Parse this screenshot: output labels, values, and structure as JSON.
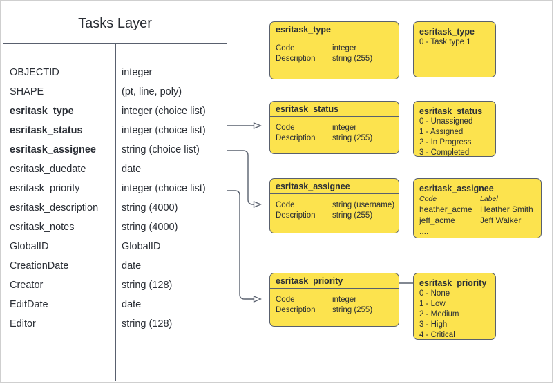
{
  "diagram": {
    "entity": {
      "title": "Tasks Layer",
      "fields": [
        {
          "name": "OBJECTID",
          "type": "integer",
          "required": false
        },
        {
          "name": "SHAPE",
          "type": "(pt, line, poly)",
          "required": false
        },
        {
          "name": "esritask_type",
          "type": "integer (choice list)",
          "required": true
        },
        {
          "name": "esritask_status",
          "type": "integer (choice list)",
          "required": true
        },
        {
          "name": "esritask_assignee",
          "type": "string (choice list)",
          "required": true
        },
        {
          "name": "esritask_duedate",
          "type": "date",
          "required": false
        },
        {
          "name": "esritask_priority",
          "type": "integer (choice list)",
          "required": false
        },
        {
          "name": "esritask_description",
          "type": "string (4000)",
          "required": false
        },
        {
          "name": "esritask_notes",
          "type": "string (4000)",
          "required": false
        },
        {
          "name": "GlobalID",
          "type": "GlobalID",
          "required": false
        },
        {
          "name": "CreationDate",
          "type": "date",
          "required": false
        },
        {
          "name": "Creator",
          "type": "string (128)",
          "required": false
        },
        {
          "name": "EditDate",
          "type": "date",
          "required": false
        },
        {
          "name": "Editor",
          "type": "string (128)",
          "required": false
        }
      ]
    },
    "domain_tables": [
      {
        "title": "esritask_type",
        "left_col": "Code\nDescription",
        "right_col": "integer\nstring (255)",
        "code_label": "Code",
        "description_label": "Description",
        "code_type": "integer",
        "description_type": "string (255)"
      },
      {
        "title": "esritask_status",
        "code_label": "Code",
        "description_label": "Description",
        "code_type": "integer",
        "description_type": "string (255)"
      },
      {
        "title": "esritask_assignee",
        "code_label": "Code",
        "description_label": "Description",
        "code_type": "string  (username)",
        "description_type": "string (255)"
      },
      {
        "title": "esritask_priority",
        "code_label": "Code",
        "description_label": "Description",
        "code_type": "integer",
        "description_type": "string (255)"
      }
    ],
    "value_boxes": {
      "type": {
        "title": "esritask_type",
        "values": [
          "0 - Task type 1"
        ]
      },
      "status": {
        "title": "esritask_status",
        "values": [
          "0 - Unassigned",
          "1 - Assigned",
          "2 - In Progress",
          "3 - Completed"
        ]
      },
      "assignee": {
        "title": "esritask_assignee",
        "head_code": "Code",
        "head_label": "Label",
        "rows": [
          {
            "code": "heather_acme",
            "label": "Heather Smith"
          },
          {
            "code": "jeff_acme",
            "label": "Jeff Walker"
          }
        ],
        "ellipsis": "...."
      },
      "priority": {
        "title": "esritask_priority",
        "values": [
          "0 - None",
          "1 - Low",
          "2 - Medium",
          "3 - High",
          "4 - Critical"
        ]
      }
    },
    "colors": {
      "domain_fill": "#fce34e",
      "stroke": "#59606e",
      "text": "#2b2f36",
      "frame": "#cfcfcf",
      "background": "#ffffff"
    }
  }
}
